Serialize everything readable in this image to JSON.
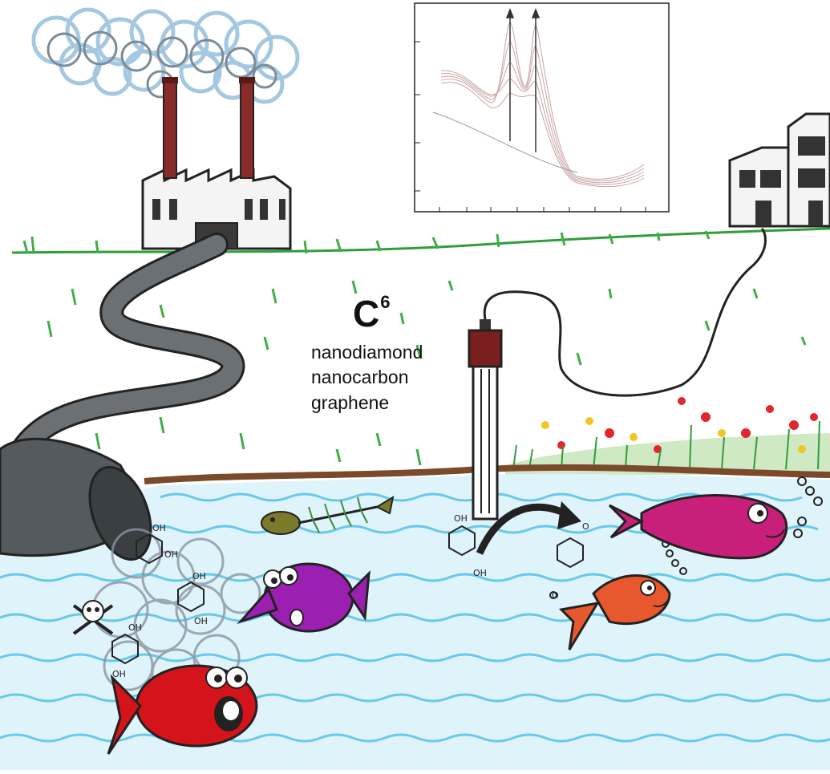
{
  "carbon_label": {
    "symbol": "C",
    "superscript": "6"
  },
  "materials": [
    "nanodiamond",
    "nanocarbon",
    "graphene"
  ],
  "molecule_labels": {
    "oh": "OH",
    "o": "O"
  },
  "colors": {
    "water": "#5cc4e6",
    "grass": "#2e9e3a",
    "smoke": "#8fb8d6",
    "chimney": "#8a2b2b",
    "pipe": "#555a5e",
    "sensor_cap": "#7a1f1f",
    "fish_red": "#d4141a",
    "fish_purple": "#9b1fb0",
    "fish_pink": "#c8207a",
    "fish_orange": "#e8582e",
    "fish_olive": "#7a7a2a",
    "voltammogram_lines": "#c9a3a3"
  },
  "icons": [
    "factory-icon",
    "smokestack-icon",
    "pipe-icon",
    "electrode-icon",
    "skull-crossbones-icon",
    "building-icon",
    "fish-icon",
    "fish-skeleton-icon",
    "arrow-icon",
    "benzene-ring-icon"
  ]
}
